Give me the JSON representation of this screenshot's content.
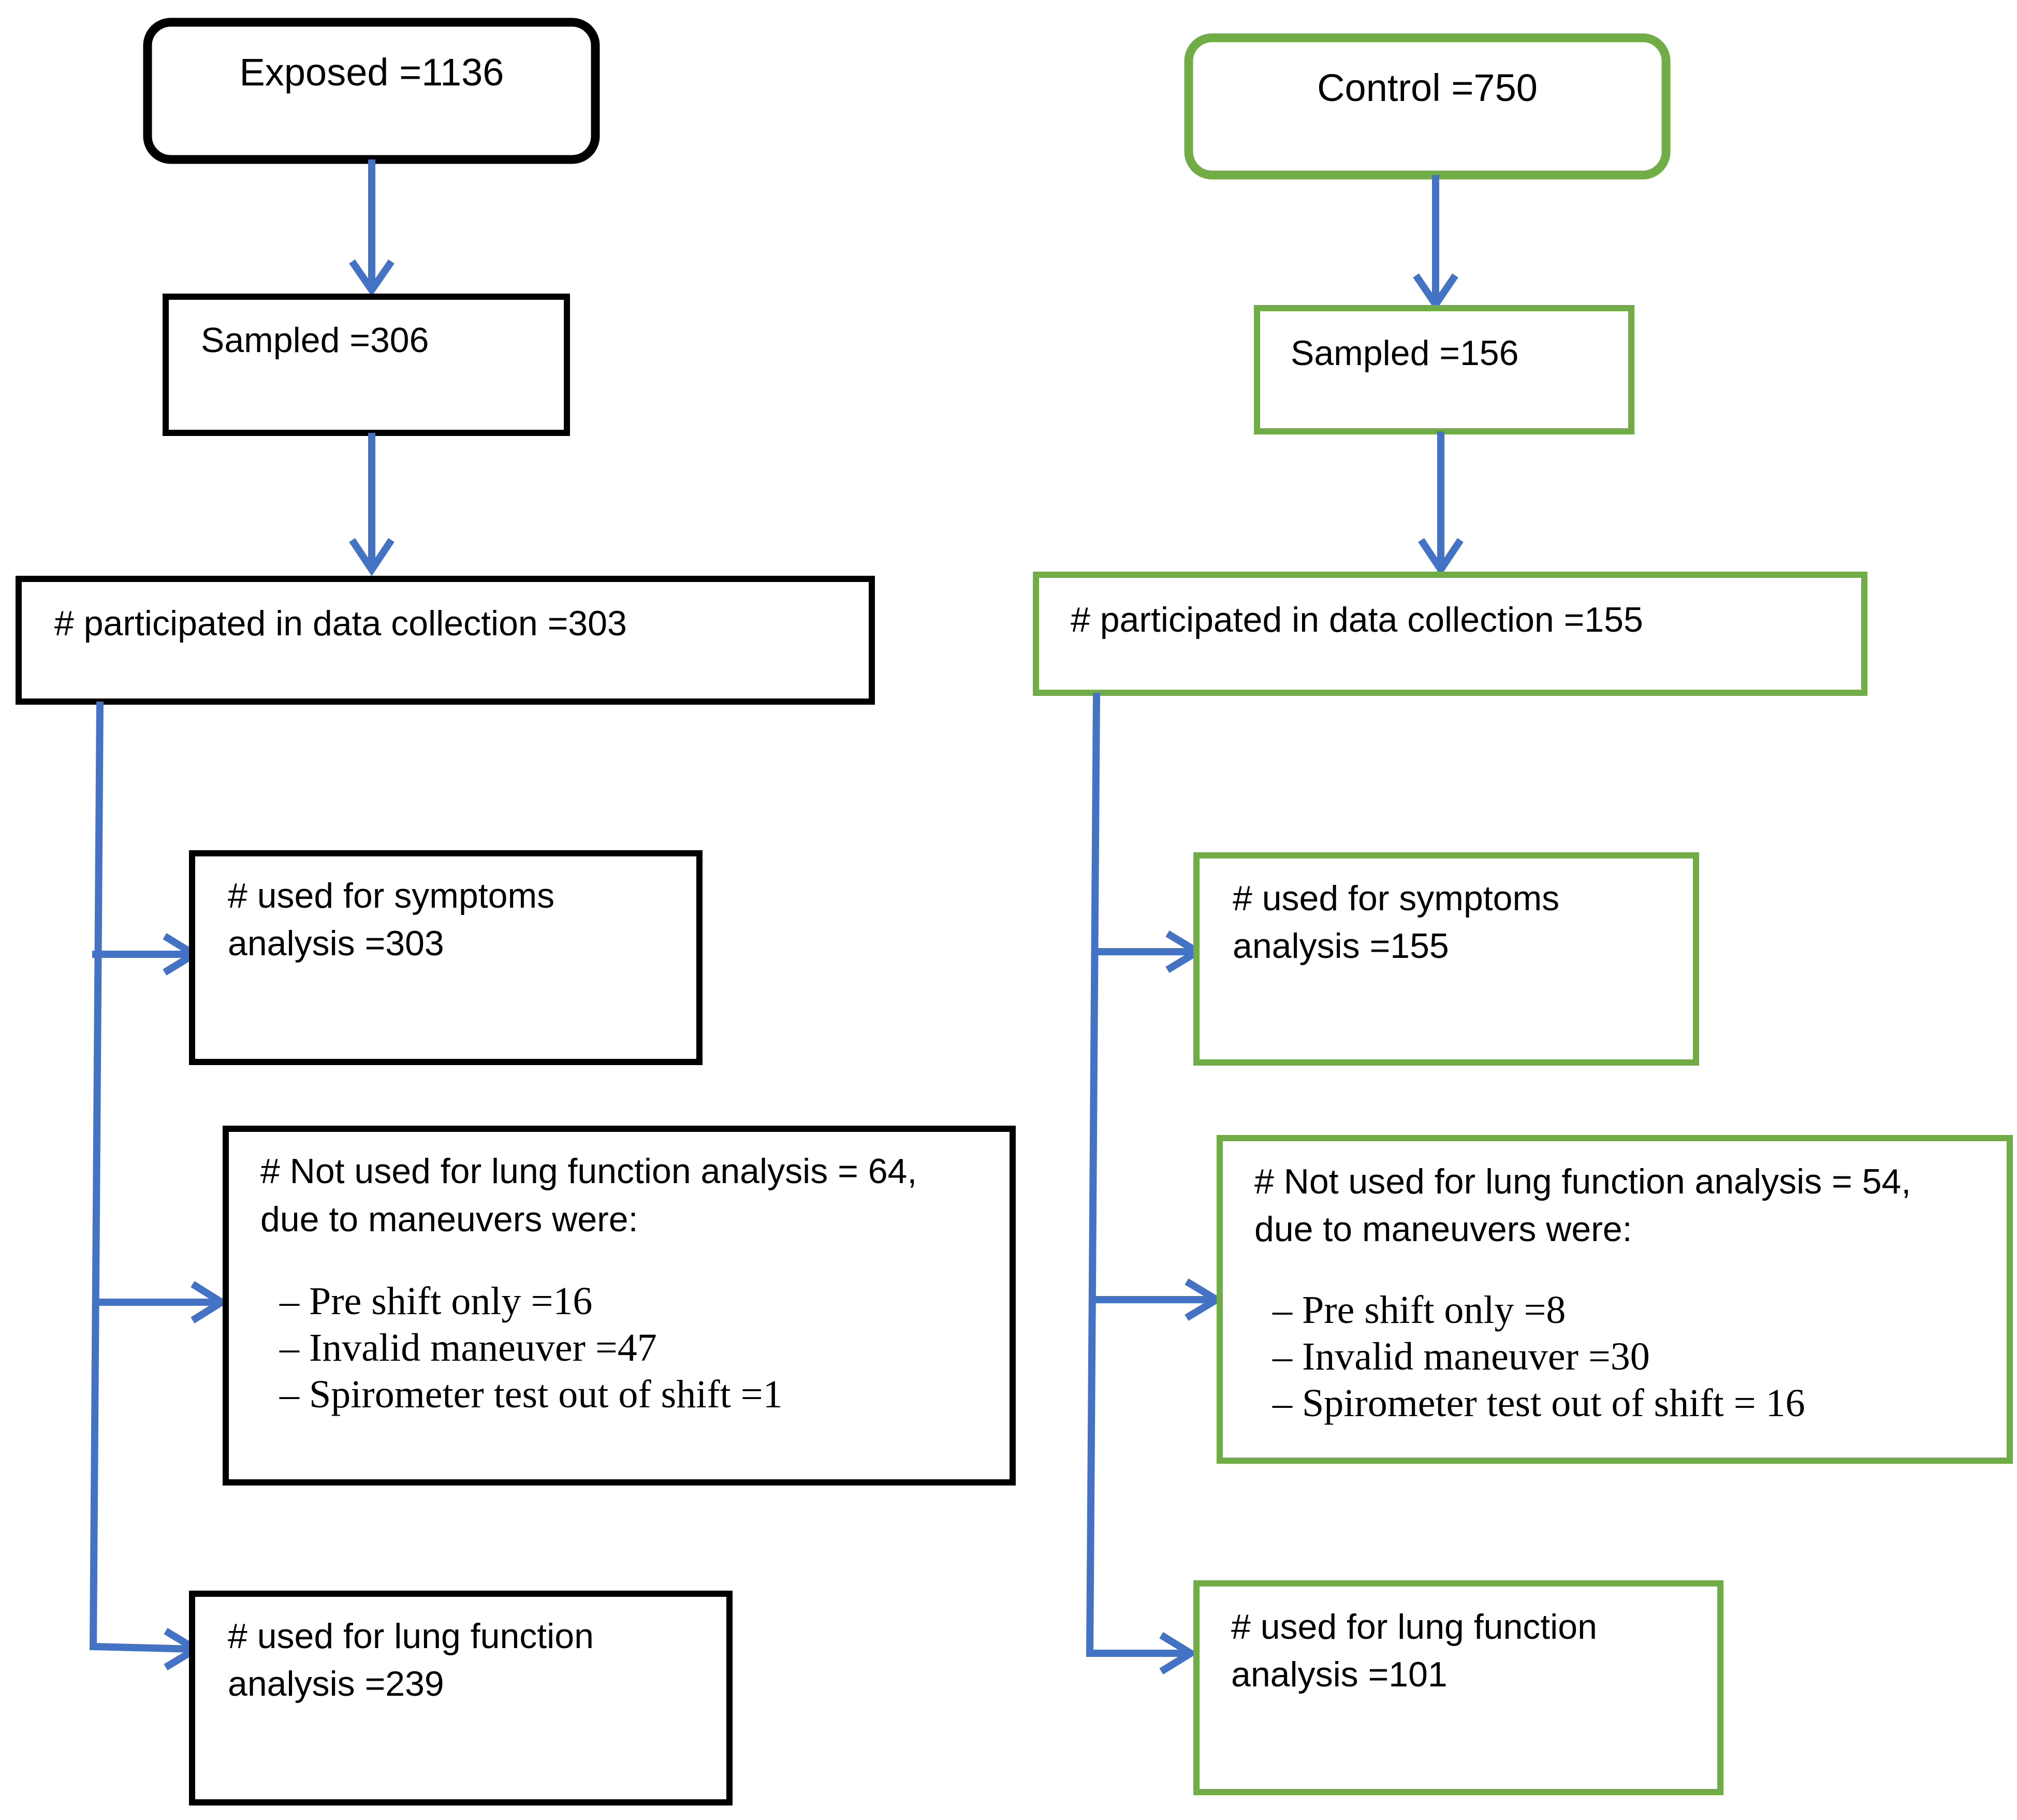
{
  "colors": {
    "arrow": "#4472c4",
    "exposed_border": "#000000",
    "control_border": "#70ad47"
  },
  "exposed": {
    "title": "Exposed =1136",
    "sampled": "Sampled =306",
    "participated": "# participated in data collection =303",
    "symptoms": {
      "line1": "# used for symptoms",
      "line2": "analysis =303"
    },
    "not_used": {
      "line1": "# Not used for lung function analysis = 64,",
      "line2": "due to maneuvers were:",
      "bullets": [
        "– Pre shift only =16",
        "– Invalid maneuver =47",
        "– Spirometer test out of shift =1"
      ]
    },
    "lung": {
      "line1": "# used for lung function",
      "line2": "analysis =239"
    }
  },
  "control": {
    "title": "Control =750",
    "sampled": "Sampled =156",
    "participated": "# participated in data collection =155",
    "symptoms": {
      "line1": "# used for symptoms",
      "line2": "analysis =155"
    },
    "not_used": {
      "line1": "# Not used for lung function analysis = 54,",
      "line2": "due to maneuvers were:",
      "bullets": [
        "– Pre shift only =8",
        "– Invalid maneuver =30",
        "– Spirometer test out of shift = 16"
      ]
    },
    "lung": {
      "line1": "# used for lung function",
      "line2": "analysis =101"
    }
  }
}
